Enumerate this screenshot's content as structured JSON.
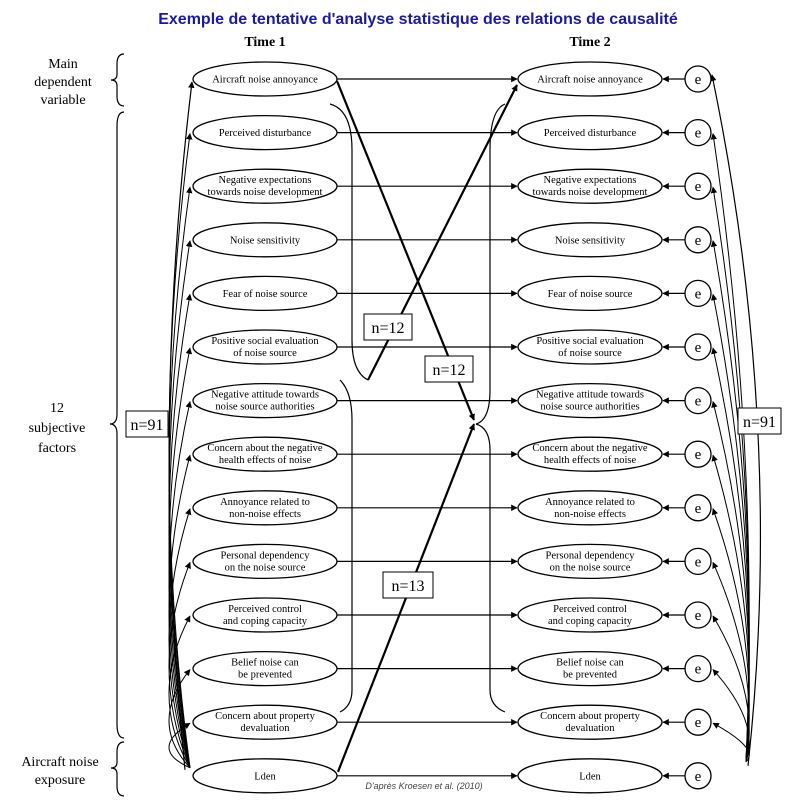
{
  "title": "Exemple de tentative d'analyse statistique des relations de causalité",
  "time1_label": "Time 1",
  "time2_label": "Time 2",
  "groups": {
    "main": [
      "Main",
      "dependent",
      "variable"
    ],
    "subjective": [
      "12",
      "subjective",
      "factors"
    ],
    "exposure": [
      "Aircraft noise",
      "exposure"
    ]
  },
  "variables": [
    [
      "Aircraft noise annoyance"
    ],
    [
      "Perceived disturbance"
    ],
    [
      "Negative expectations",
      "towards noise development"
    ],
    [
      "Noise sensitivity"
    ],
    [
      "Fear of noise source"
    ],
    [
      "Positive social evaluation",
      "of noise source"
    ],
    [
      "Negative attitude towards",
      "noise source authorities"
    ],
    [
      "Concern about the negative",
      "health effects of noise"
    ],
    [
      "Annoyance related to",
      "non-noise effects"
    ],
    [
      "Personal dependency",
      "on the noise source"
    ],
    [
      "Perceived control",
      "and coping capacity"
    ],
    [
      "Belief noise can",
      "be prevented"
    ],
    [
      "Concern about property",
      "devaluation"
    ],
    [
      "Lden"
    ]
  ],
  "error_label": "e",
  "counts": {
    "left": "n=91",
    "right": "n=91",
    "upper_cross": "n=12",
    "middle_cross": "n=12",
    "lower_cross": "n=13"
  },
  "credit": "D'après Kroesen et al. (2010)",
  "colors": {
    "title": "#1a1aa6",
    "ink": "#000000",
    "credit": "#444444"
  }
}
